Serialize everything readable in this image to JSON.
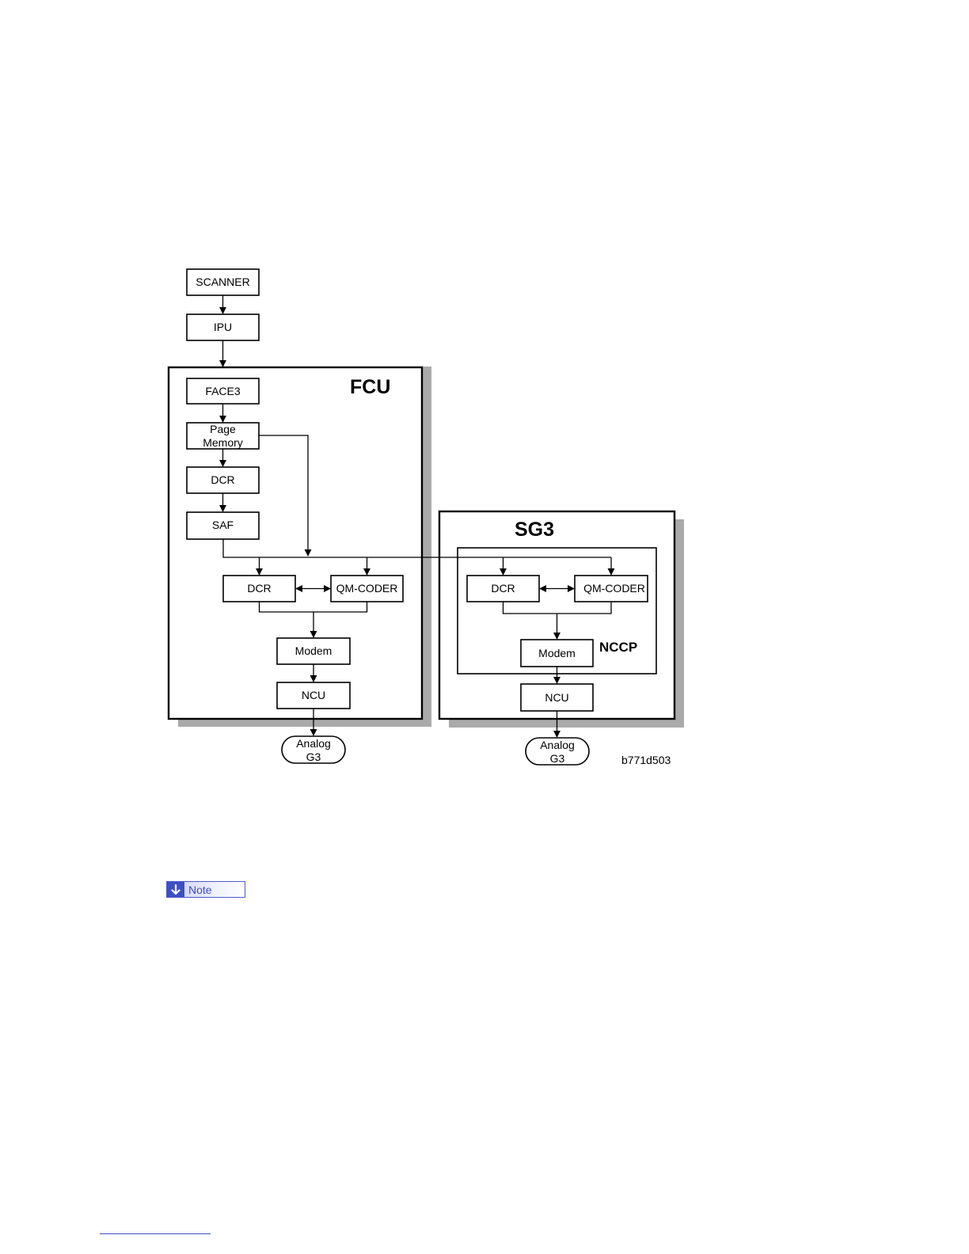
{
  "diagram": {
    "fcu_title": "FCU",
    "sg3_title": "SG3",
    "nccp_label": "NCCP",
    "figure_id": "b771d503",
    "fcu": {
      "scanner": "SCANNER",
      "ipu": "IPU",
      "face3": "FACE3",
      "page_memory_line1": "Page",
      "page_memory_line2": "Memory",
      "dcr_upper": "DCR",
      "saf": "SAF",
      "dcr_lower": "DCR",
      "qm_coder": "QM-CODER",
      "modem": "Modem",
      "ncu": "NCU",
      "output_line1": "Analog",
      "output_line2": "G3"
    },
    "sg3": {
      "dcr": "DCR",
      "qm_coder": "QM-CODER",
      "modem": "Modem",
      "ncu": "NCU",
      "output_line1": "Analog",
      "output_line2": "G3"
    }
  },
  "note": {
    "label": "Note",
    "icon": "arrow-down-icon",
    "accent_color": "#3e4fc4"
  }
}
